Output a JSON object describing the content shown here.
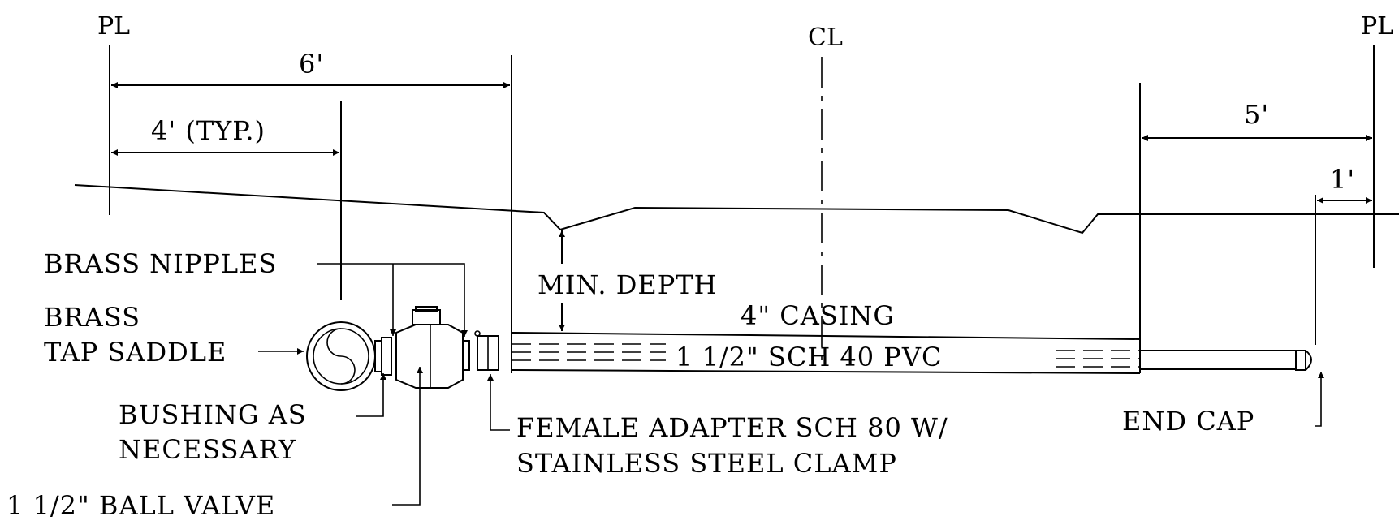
{
  "markers": {
    "pl_left": "PL",
    "cl": "CL",
    "pl_right": "PL"
  },
  "dimensions": {
    "six_ft": "6'",
    "four_ft_typ": "4' (TYP.)",
    "five_ft": "5'",
    "one_ft": "1'"
  },
  "labels": {
    "brass_nipples": "BRASS NIPPLES",
    "brass_tap_saddle_1": "BRASS",
    "brass_tap_saddle_2": "TAP SADDLE",
    "min_depth": "MIN. DEPTH",
    "casing": "4\" CASING",
    "pvc": "1 1/2\" SCH 40 PVC",
    "bushing_1": "BUSHING AS",
    "bushing_2": "NECESSARY",
    "ball_valve": "1 1/2\" BALL VALVE",
    "female_adapter_1": "FEMALE ADAPTER SCH 80 W/",
    "female_adapter_2": "STAINLESS STEEL CLAMP",
    "end_cap": "END CAP"
  }
}
